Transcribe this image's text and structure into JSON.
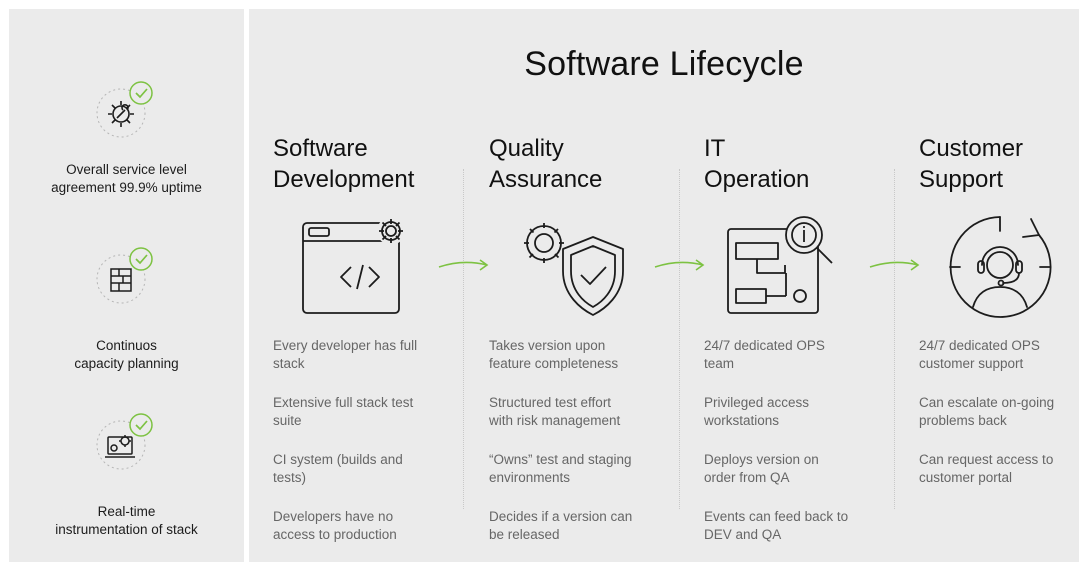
{
  "colors": {
    "accent": "#7dc242",
    "background": "#ebebeb",
    "text": "#1c1c1c",
    "muted": "#666666"
  },
  "features": [
    {
      "icon": "gear-wrench-icon",
      "lines": [
        "Overall service level",
        "agreement 99.9% uptime"
      ]
    },
    {
      "icon": "capacity-blocks-icon",
      "lines": [
        "Continuos",
        "capacity planning"
      ]
    },
    {
      "icon": "laptop-gears-icon",
      "lines": [
        "Real-time",
        "instrumentation of stack"
      ]
    }
  ],
  "title": "Software Lifecycle",
  "stages": [
    {
      "title_lines": [
        "Software",
        "Development"
      ],
      "icon": "code-window-icon",
      "bullets": [
        [
          "Every developer has full",
          "stack"
        ],
        [
          "Extensive full stack test",
          "suite"
        ],
        [
          "CI system (builds and",
          "tests)"
        ],
        [
          "Developers have no",
          "access to production"
        ]
      ]
    },
    {
      "title_lines": [
        "Quality",
        "Assurance"
      ],
      "icon": "shield-check-icon",
      "bullets": [
        [
          "Takes version upon",
          "feature completeness"
        ],
        [
          "Structured test effort",
          "with risk management"
        ],
        [
          "“Owns” test and staging",
          "environments"
        ],
        [
          "Decides if a version can",
          "be released"
        ]
      ]
    },
    {
      "title_lines": [
        "IT",
        "Operation"
      ],
      "icon": "monitoring-info-icon",
      "bullets": [
        [
          "24/7 dedicated OPS",
          "team"
        ],
        [
          "Privileged access",
          "workstations"
        ],
        [
          "Deploys version on",
          "order from QA"
        ],
        [
          "Events can feed back to",
          "DEV and QA"
        ]
      ]
    },
    {
      "title_lines": [
        "Customer",
        "Support"
      ],
      "icon": "headset-agent-icon",
      "bullets": [
        [
          "24/7 dedicated OPS",
          "customer support"
        ],
        [
          "Can escalate on-going",
          "problems back"
        ],
        [
          "Can request access to",
          "customer portal"
        ]
      ]
    }
  ]
}
